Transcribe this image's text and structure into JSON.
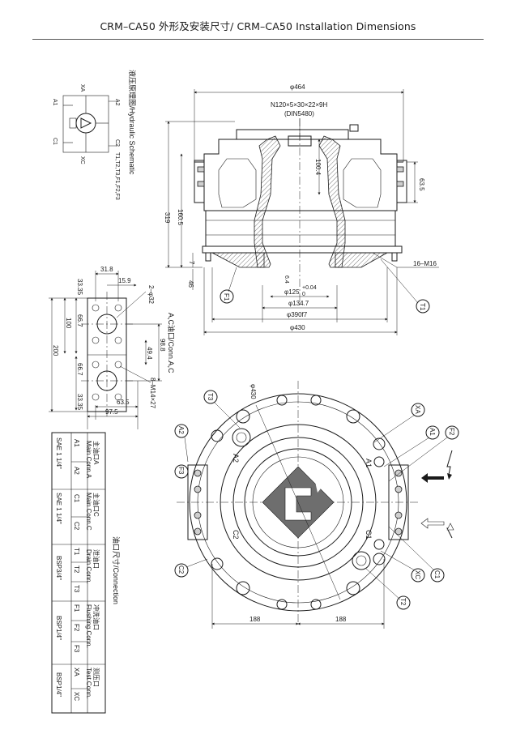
{
  "header": {
    "title": "CRM–CA50 外形及安装尺寸/ CRM–CA50 Installation Dimensions"
  },
  "schematic": {
    "title": "液压原理图/Hydraulic Schematic",
    "labels": [
      "A1",
      "A2",
      "C1",
      "C2",
      "XA",
      "XC",
      "T1,T2,T3,F1,F2,F3"
    ]
  },
  "side_view": {
    "dims": {
      "d464": "φ464",
      "spline": "N120×5×30×22×9H",
      "din": "(DIN5480)",
      "d100_4": "100.4",
      "d63_5": "63.5",
      "d319": "319",
      "d160_5": "160.5",
      "d7": "7",
      "d16m16": "16–M16",
      "d46": "46",
      "d6_4": "6.4",
      "d125": "φ125",
      "d125_tol": "+0.04",
      "d125_tol_low": "0",
      "d134_7": "φ134.7",
      "d390": "φ390f7",
      "d430": "φ430"
    },
    "callouts": [
      "F1",
      "T1"
    ]
  },
  "port_view": {
    "dims": {
      "d31_8": "31.8",
      "d15_9": "15.9",
      "d33_35_top": "33.35",
      "d2phi32": "2–φ32",
      "d66_7_top": "66.7",
      "d100": "100",
      "d200": "200",
      "d98_8": "98.8",
      "d49_4": "49.4",
      "d8m14": "8–M14×27",
      "d66_7_bot": "66.7",
      "d33_35_bot": "33.35",
      "d63_5": "63.5",
      "d97_5": "97.5"
    },
    "caption": "A,C油口/Conn.A,C"
  },
  "front_view": {
    "callouts": [
      "T3",
      "XA",
      "A1",
      "F2",
      "A2",
      "F3",
      "C2",
      "XC",
      "C1",
      "T2"
    ],
    "face_labels": [
      "A2",
      "A1",
      "C2",
      "C1"
    ],
    "dims": {
      "d430": "φ430",
      "d188_left": "188",
      "d188_right": "188"
    }
  },
  "connection_table": {
    "title": "油口尺寸/Connection",
    "groups": [
      {
        "cn": "主油口A",
        "en": "Main Conn.A",
        "ports": [
          "A1",
          "A2"
        ],
        "size": "SAE 1 1/4\""
      },
      {
        "cn": "主油口C",
        "en": "Main Conn.C",
        "ports": [
          "C1",
          "C2"
        ],
        "size": "SAE 1 1/4\""
      },
      {
        "cn": "泄油口",
        "en": "Drain Conn.",
        "ports": [
          "T1",
          "T2",
          "T3"
        ],
        "size": "BSP3/4\""
      },
      {
        "cn": "冲洗油口",
        "en": "Flushing Conn.",
        "ports": [
          "F1",
          "F2",
          "F3"
        ],
        "size": "BSP1/4\""
      },
      {
        "cn": "测压口",
        "en": "Test Conn.",
        "ports": [
          "XA",
          "XC"
        ],
        "size": "BSP1/4\""
      }
    ]
  }
}
